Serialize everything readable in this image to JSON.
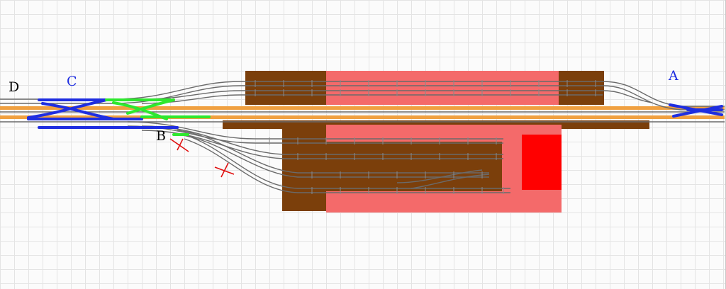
{
  "diagram": {
    "labels": {
      "a": "A",
      "b": "B",
      "c": "C",
      "d": "D"
    },
    "colors": {
      "platform_brown": "#7b3f0b",
      "platform_pink": "#f46a6a",
      "building_red": "#ff0000",
      "mainline_orange": "#f0a040",
      "route_blue": "#1f2ee0",
      "route_green": "#2ee82e",
      "rail_grey": "#6a6a6a",
      "cross_red": "#e01010"
    },
    "markers": [
      {
        "type": "cross-icon",
        "near": "B"
      },
      {
        "type": "cross-icon",
        "near": "lower-junction"
      }
    ]
  }
}
